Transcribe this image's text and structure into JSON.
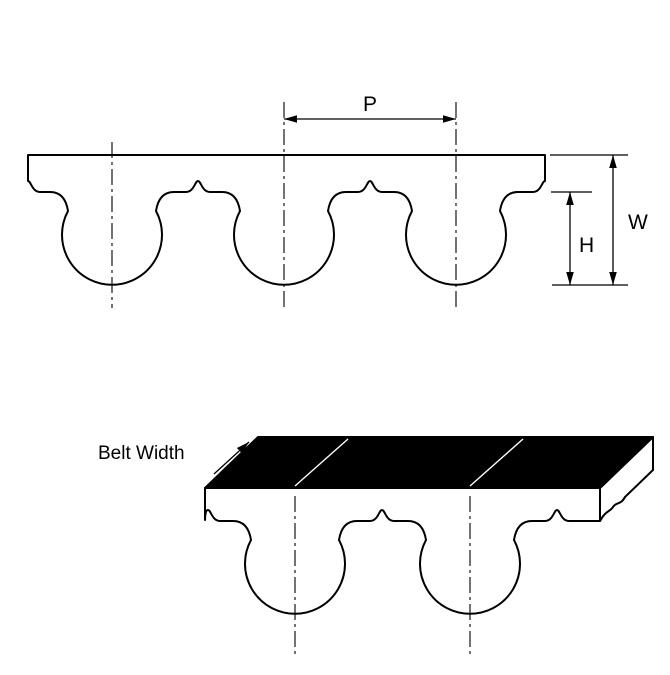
{
  "figure": {
    "background": "#ffffff",
    "line_color": "#000000",
    "profile_view": {
      "pitch_label": "P",
      "overall_height_label": "W",
      "tooth_height_label": "H"
    },
    "iso_view": {
      "belt_width_label": "Belt Width",
      "top_face_color": "#000000"
    }
  }
}
